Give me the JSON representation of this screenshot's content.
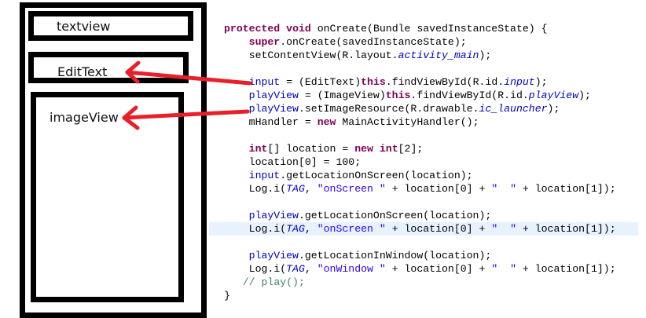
{
  "diagram": {
    "layout_boxes": {
      "textview": "textview",
      "edittext": "EditText",
      "imageview": "imageView"
    },
    "arrows": [
      {
        "from": "input = (EditText)this.findViewById(R.id.input);",
        "to": "EditText"
      },
      {
        "from": "playView.setImageResource(R.drawable.ic_launcher);",
        "to": "imageView"
      }
    ],
    "colors": {
      "keyword": "#7f0055",
      "field": "#0000c0",
      "string": "#2a00ff",
      "comment": "#3f7f5f",
      "arrow": "#e8202a",
      "current_line_highlight": "#e8f2fe"
    }
  },
  "code": {
    "lines": [
      {
        "tokens": [
          {
            "t": "protected",
            "c": "kw"
          },
          {
            "t": " "
          },
          {
            "t": "void",
            "c": "kw"
          },
          {
            "t": " onCreate(Bundle savedInstanceState) {"
          }
        ]
      },
      {
        "tokens": [
          {
            "t": "    "
          },
          {
            "t": "super",
            "c": "kw"
          },
          {
            "t": ".onCreate(savedInstanceState);"
          }
        ]
      },
      {
        "tokens": [
          {
            "t": "    setContentView(R.layout."
          },
          {
            "t": "activity_main",
            "c": "sfld"
          },
          {
            "t": ");"
          }
        ]
      },
      {
        "tokens": []
      },
      {
        "tokens": [
          {
            "t": "    "
          },
          {
            "t": "input",
            "c": "fld"
          },
          {
            "t": " = (EditText)"
          },
          {
            "t": "this",
            "c": "kw"
          },
          {
            "t": ".findViewById(R.id."
          },
          {
            "t": "input",
            "c": "sfld"
          },
          {
            "t": ");"
          }
        ]
      },
      {
        "tokens": [
          {
            "t": "    "
          },
          {
            "t": "playView",
            "c": "fld"
          },
          {
            "t": " = (ImageView)"
          },
          {
            "t": "this",
            "c": "kw"
          },
          {
            "t": ".findViewById(R.id."
          },
          {
            "t": "playView",
            "c": "sfld"
          },
          {
            "t": ");"
          }
        ]
      },
      {
        "tokens": [
          {
            "t": "    "
          },
          {
            "t": "playView",
            "c": "fld"
          },
          {
            "t": ".setImageResource(R.drawable."
          },
          {
            "t": "ic_launcher",
            "c": "sfld"
          },
          {
            "t": ");"
          }
        ]
      },
      {
        "tokens": [
          {
            "t": "    mHandler = "
          },
          {
            "t": "new",
            "c": "kw"
          },
          {
            "t": " MainActivityHandler();"
          }
        ]
      },
      {
        "tokens": []
      },
      {
        "tokens": [
          {
            "t": "    "
          },
          {
            "t": "int",
            "c": "kw"
          },
          {
            "t": "[] location = "
          },
          {
            "t": "new",
            "c": "kw"
          },
          {
            "t": " "
          },
          {
            "t": "int",
            "c": "kw"
          },
          {
            "t": "[2];"
          }
        ]
      },
      {
        "tokens": [
          {
            "t": "    location[0] = 100;"
          }
        ]
      },
      {
        "tokens": [
          {
            "t": "    "
          },
          {
            "t": "input",
            "c": "fld"
          },
          {
            "t": ".getLocationOnScreen(location);"
          }
        ]
      },
      {
        "tokens": [
          {
            "t": "    Log.i("
          },
          {
            "t": "TAG",
            "c": "sfld"
          },
          {
            "t": ", "
          },
          {
            "t": "\"onScreen \"",
            "c": "str"
          },
          {
            "t": " + location[0] + "
          },
          {
            "t": "\"  \"",
            "c": "str"
          },
          {
            "t": " + location[1]);"
          }
        ]
      },
      {
        "tokens": []
      },
      {
        "tokens": [
          {
            "t": "    "
          },
          {
            "t": "playView",
            "c": "fld"
          },
          {
            "t": ".getLocationOnScreen(location);"
          }
        ]
      },
      {
        "tokens": [
          {
            "t": "    Log.i("
          },
          {
            "t": "TAG",
            "c": "sfld"
          },
          {
            "t": ", "
          },
          {
            "t": "\"onScreen \"",
            "c": "str"
          },
          {
            "t": " + location[0] + "
          },
          {
            "t": "\"  \"",
            "c": "str"
          },
          {
            "t": " + location[1]);"
          }
        ],
        "highlighted": true
      },
      {
        "tokens": []
      },
      {
        "tokens": [
          {
            "t": "    "
          },
          {
            "t": "playView",
            "c": "fld"
          },
          {
            "t": ".getLocationInWindow(location);"
          }
        ]
      },
      {
        "tokens": [
          {
            "t": "    Log.i("
          },
          {
            "t": "TAG",
            "c": "sfld"
          },
          {
            "t": ", "
          },
          {
            "t": "\"onWindow \"",
            "c": "str"
          },
          {
            "t": " + location[0] + "
          },
          {
            "t": "\"  \"",
            "c": "str"
          },
          {
            "t": " + location[1]);"
          }
        ]
      },
      {
        "tokens": [
          {
            "t": "   "
          },
          {
            "t": "// play();",
            "c": "cmt"
          }
        ]
      },
      {
        "tokens": [
          {
            "t": "}"
          }
        ]
      }
    ]
  }
}
